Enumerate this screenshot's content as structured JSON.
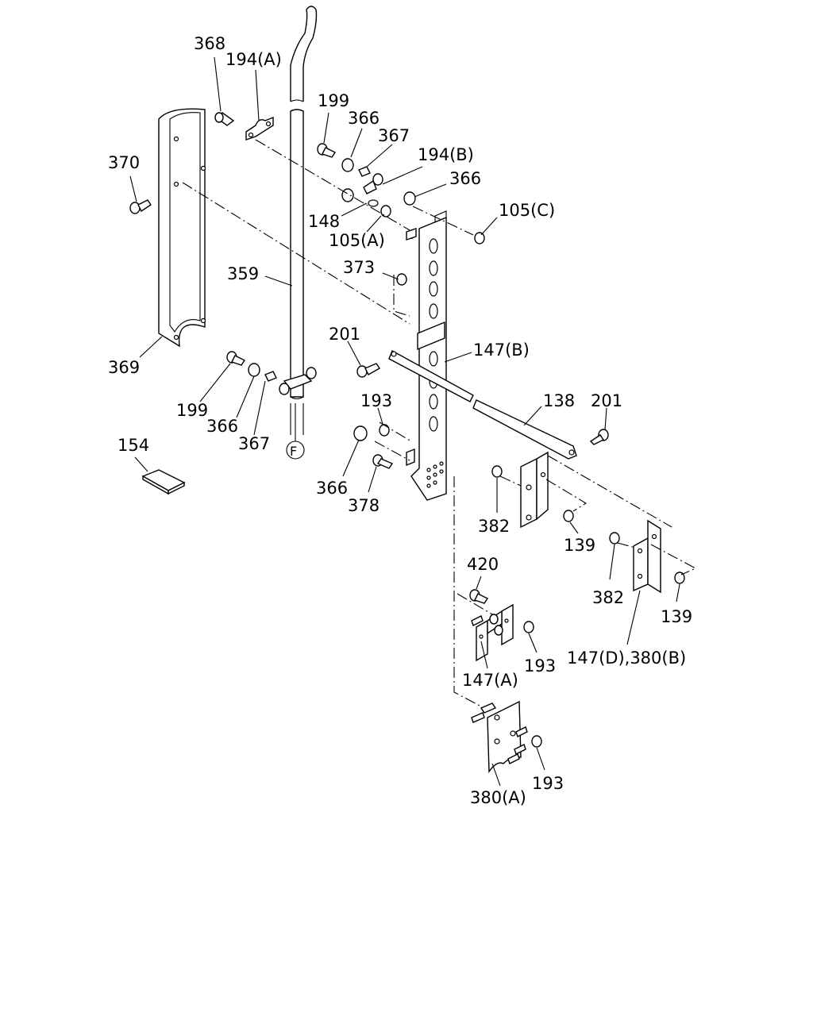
{
  "labels": {
    "l368": "368",
    "l194a": "194(A)",
    "l199a": "199",
    "l366a": "366",
    "l367a": "367",
    "l194b": "194(B)",
    "l366b": "366",
    "l370": "370",
    "l148": "148",
    "l105a": "105(A)",
    "l105c": "105(C)",
    "l373": "373",
    "l359": "359",
    "l201a": "201",
    "l147b": "147(B)",
    "l369": "369",
    "l199b": "199",
    "l366c": "366",
    "l367b": "367",
    "lF": "F",
    "l193a": "193",
    "l138": "138",
    "l201b": "201",
    "l154": "154",
    "l366d": "366",
    "l378": "378",
    "l382a": "382",
    "l139a": "139",
    "l382b": "382",
    "l139b": "139",
    "l420": "420",
    "l193b": "193",
    "l147a": "147(A)",
    "l147d": "147(D),380(B)",
    "l193c": "193",
    "l380a": "380(A)"
  }
}
